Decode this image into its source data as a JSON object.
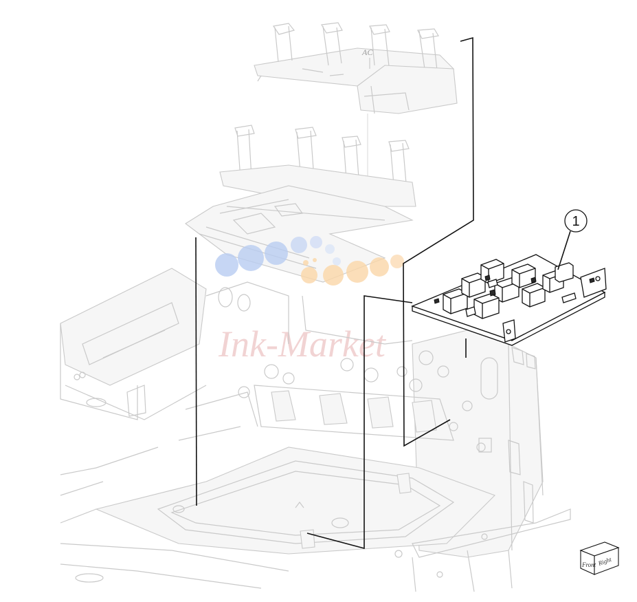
{
  "diagram": {
    "callout_number": "1",
    "ac_label": "AC",
    "front_label": "Front",
    "right_label": "Right",
    "watermark_text": "Ink-Market",
    "colors": {
      "line": "#111111",
      "ghost": "#c9c9c9",
      "watermark_blue": "#b9cdf2",
      "watermark_orange": "#fbd7a8",
      "watermark_text": "#e9b6b6"
    }
  }
}
